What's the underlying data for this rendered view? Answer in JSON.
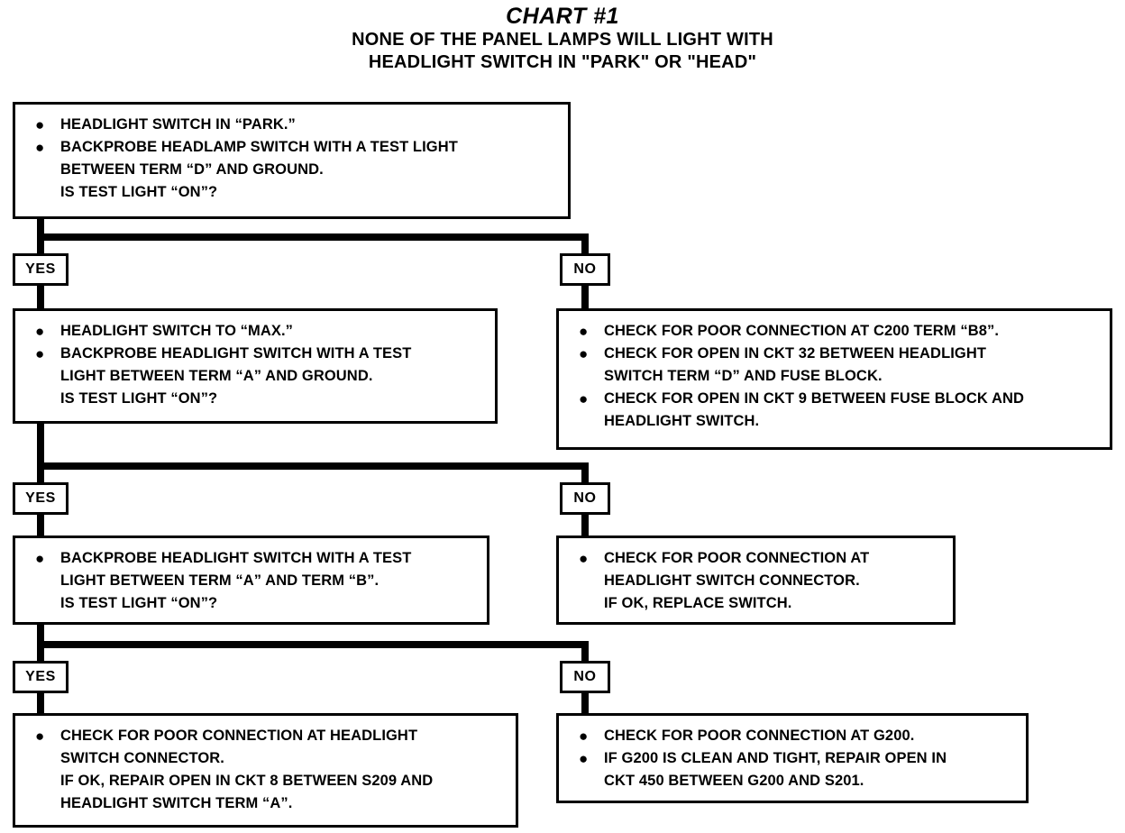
{
  "title": {
    "main": "CHART #1",
    "line1": "NONE OF THE PANEL LAMPS WILL LIGHT WITH",
    "line2": "HEADLIGHT SWITCH IN \"PARK\" OR \"HEAD\""
  },
  "labels": {
    "yes": "YES",
    "no": "NO",
    "bullet": "●"
  },
  "nodes": {
    "step1": {
      "b1": "HEADLIGHT SWITCH IN “PARK.”",
      "b2": "BACKPROBE HEADLAMP SWITCH WITH A TEST LIGHT\nBETWEEN TERM “D” AND GROUND.\nIS TEST LIGHT “ON”?"
    },
    "step1_no": {
      "b1": "CHECK FOR POOR CONNECTION AT C200 TERM “B8”.",
      "b2": "CHECK FOR OPEN IN CKT 32 BETWEEN HEADLIGHT\nSWITCH TERM “D” AND FUSE BLOCK.",
      "b3": "CHECK FOR OPEN IN CKT 9 BETWEEN FUSE BLOCK AND\nHEADLIGHT SWITCH."
    },
    "step2": {
      "b1": "HEADLIGHT SWITCH TO “MAX.”",
      "b2": "BACKPROBE HEADLIGHT SWITCH WITH A TEST\nLIGHT BETWEEN TERM “A” AND GROUND.\nIS TEST LIGHT “ON”?"
    },
    "step2_no": {
      "b1": "CHECK FOR POOR CONNECTION AT\nHEADLIGHT SWITCH CONNECTOR.\nIF OK, REPLACE SWITCH."
    },
    "step3": {
      "b1": "BACKPROBE HEADLIGHT SWITCH WITH A TEST\nLIGHT BETWEEN TERM “A” AND TERM “B”.\nIS TEST LIGHT “ON”?"
    },
    "step3_yes": {
      "b1": "CHECK FOR POOR CONNECTION AT HEADLIGHT\nSWITCH CONNECTOR.\nIF OK, REPAIR OPEN IN CKT 8 BETWEEN S209 AND\nHEADLIGHT SWITCH TERM “A”."
    },
    "step3_no": {
      "b1": "CHECK FOR POOR CONNECTION AT G200.",
      "b2": "IF G200 IS CLEAN AND TIGHT, REPAIR OPEN IN\nCKT 450 BETWEEN G200 AND S201."
    }
  },
  "colors": {
    "ink": "#000000",
    "paper": "#ffffff"
  }
}
